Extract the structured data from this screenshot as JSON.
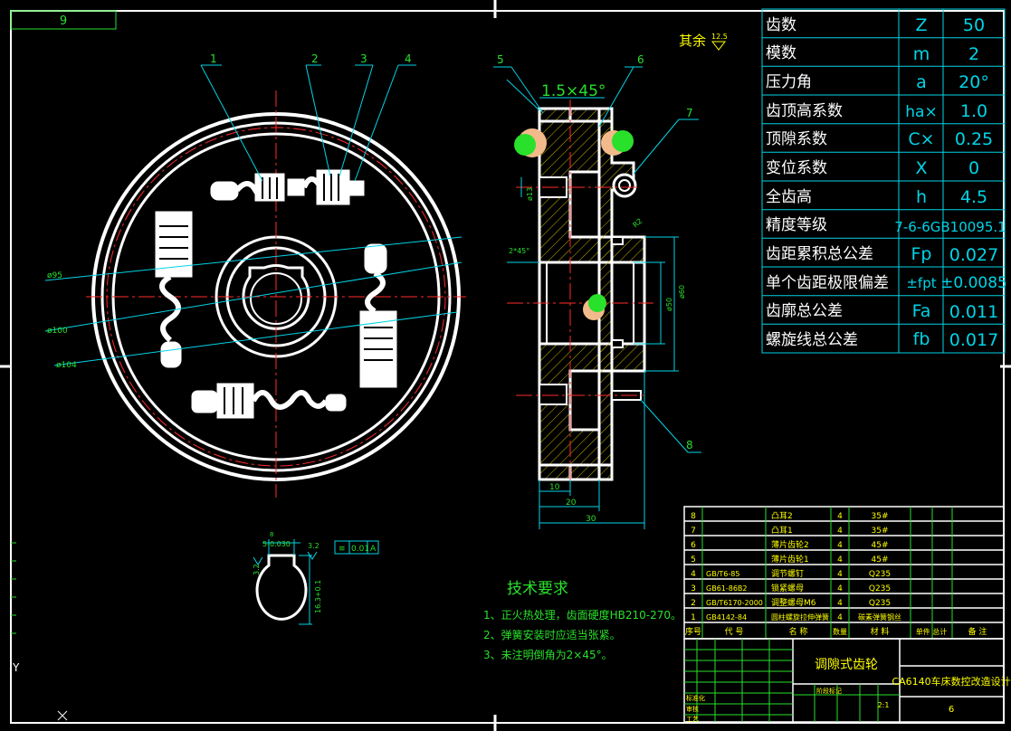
{
  "corner_label": "9",
  "roughness": {
    "label": "其余",
    "value": "12.5"
  },
  "chamfer_label": "1.5×45°",
  "balloons": [
    "1",
    "2",
    "3",
    "4",
    "5",
    "6",
    "7",
    "8"
  ],
  "diameters": {
    "d95": "ø95",
    "d100": "ø100",
    "d104": "ø104"
  },
  "section_dims": {
    "hole": "ø13",
    "chamfer": "2*45°",
    "r": "R2",
    "d50": "ø50",
    "d60": "ø60",
    "w10": "10",
    "w20": "20",
    "w30": "30"
  },
  "keyway": {
    "width": "5-0.030",
    "b": "8",
    "sym_tol": "0.01",
    "sym_datum": "A",
    "rough": "3.2",
    "rough_side": "3.2",
    "depth": "16.3+0.1"
  },
  "params": [
    {
      "name": "齿数",
      "symbol": "Z",
      "value": "50"
    },
    {
      "name": "模数",
      "symbol": "m",
      "value": "2"
    },
    {
      "name": "压力角",
      "symbol": "a",
      "value": "20°"
    },
    {
      "name": "齿顶高系数",
      "symbol": "ha×",
      "value": "1.0"
    },
    {
      "name": "顶隙系数",
      "symbol": "C×",
      "value": "0.25"
    },
    {
      "name": "变位系数",
      "symbol": "X",
      "value": "0"
    },
    {
      "name": "全齿高",
      "symbol": "h",
      "value": "4.5"
    },
    {
      "name": "精度等级",
      "symbol": "",
      "value": "7-6-6GB10095.1"
    },
    {
      "name": "齿距累积总公差",
      "symbol": "Fp",
      "value": "0.027"
    },
    {
      "name": "单个齿距极限偏差",
      "symbol": "±fpt",
      "value": "±0.0085"
    },
    {
      "name": "齿廓总公差",
      "symbol": "Fa",
      "value": "0.011"
    },
    {
      "name": "螺旋线总公差",
      "symbol": "fb",
      "value": "0.017"
    }
  ],
  "tech": {
    "title": "技术要求",
    "items": [
      "1、正火热处理，齿面硬度HB210-270。",
      "2、弹簧安装时应适当张紧。",
      "3、未注明倒角为2×45°。"
    ]
  },
  "bom": [
    {
      "no": "8",
      "code": "",
      "name": "凸耳2",
      "qty": "4",
      "mat": "35#"
    },
    {
      "no": "7",
      "code": "",
      "name": "凸耳1",
      "qty": "4",
      "mat": "35#"
    },
    {
      "no": "6",
      "code": "",
      "name": "薄片齿轮2",
      "qty": "4",
      "mat": "45#"
    },
    {
      "no": "5",
      "code": "",
      "name": "薄片齿轮1",
      "qty": "4",
      "mat": "45#"
    },
    {
      "no": "4",
      "code": "GB/T6-85",
      "name": "调节螺钉",
      "qty": "4",
      "mat": "Q235"
    },
    {
      "no": "3",
      "code": "GB61-86B2",
      "name": "锁紧螺母",
      "qty": "4",
      "mat": "Q235"
    },
    {
      "no": "2",
      "code": "GB/T6170-2000",
      "name": "调整螺母M6",
      "qty": "4",
      "mat": "Q235"
    },
    {
      "no": "1",
      "code": "GB4142-84",
      "name": "圆柱螺旋拉伸弹簧",
      "qty": "4",
      "mat": "碳素弹簧钢丝"
    }
  ],
  "bom_header": {
    "no": "序号",
    "code": "代 号",
    "name": "名 称",
    "qty": "数量",
    "mat": "材 料",
    "weight": "单件 总计",
    "note": "备 注"
  },
  "title_block": {
    "name": "调隙式齿轮",
    "project": "CA6140车床数控改造设计",
    "sheet": "6",
    "scale": "2:1",
    "label1": "标准化",
    "label2": "审核",
    "label3": "工艺",
    "stage": "阶段标记"
  },
  "axis_label": "Y",
  "colors": {
    "line": "#ffffff",
    "cyan": "#00d4e6",
    "green": "#29e02b",
    "red": "#ff2a2a",
    "yellow": "#ffff00",
    "hatch": "#c8b400"
  }
}
